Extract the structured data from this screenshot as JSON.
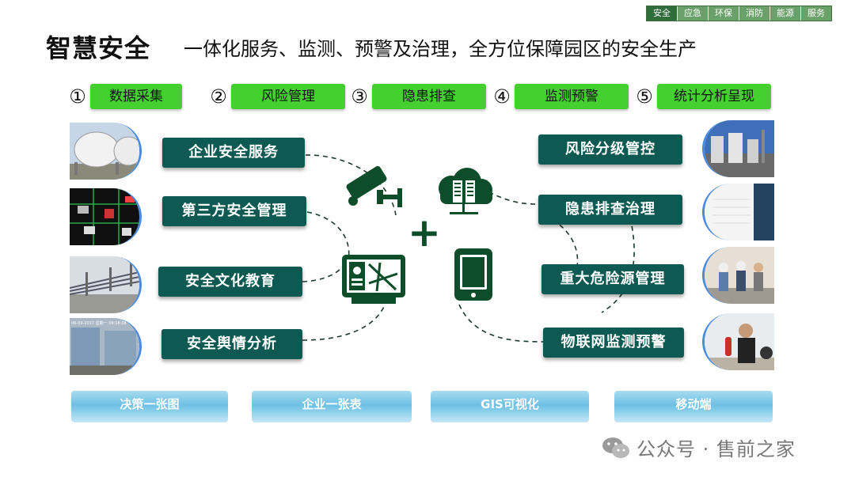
{
  "nav": [
    "安全",
    "应急",
    "环保",
    "消防",
    "能源",
    "服务"
  ],
  "title": "智慧安全",
  "subtitle": "一体化服务、监测、预警及治理，全方位保障园区的安全生产",
  "steps": [
    {
      "num": "①",
      "label": "数据采集"
    },
    {
      "num": "②",
      "label": "风险管理"
    },
    {
      "num": "③",
      "label": "隐患排查"
    },
    {
      "num": "④",
      "label": "监测预警"
    },
    {
      "num": "⑤",
      "label": "统计分析呈现"
    }
  ],
  "left_items": [
    "企业安全服务",
    "第三方安全管理",
    "安全文化教育",
    "安全舆情分析"
  ],
  "right_items": [
    "风险分级管控",
    "隐患排查治理",
    "重大危险源管理",
    "物联网监测预警"
  ],
  "center": {
    "plus": "+",
    "icons": [
      "camera-icon",
      "cloud-server-icon",
      "monitor-icon",
      "tablet-icon"
    ]
  },
  "bottom_items": [
    "决策一张图",
    "企业一张表",
    "GIS可视化",
    "移动端"
  ],
  "watermark": "公众号 · 售前之家",
  "photo_timestamp": "06-09-2017 星期一 09:18:08",
  "colors": {
    "green": "#44d130",
    "teal": "#0e5a52",
    "icon": "#0d4d2a",
    "blue": "#4a8ae0"
  }
}
